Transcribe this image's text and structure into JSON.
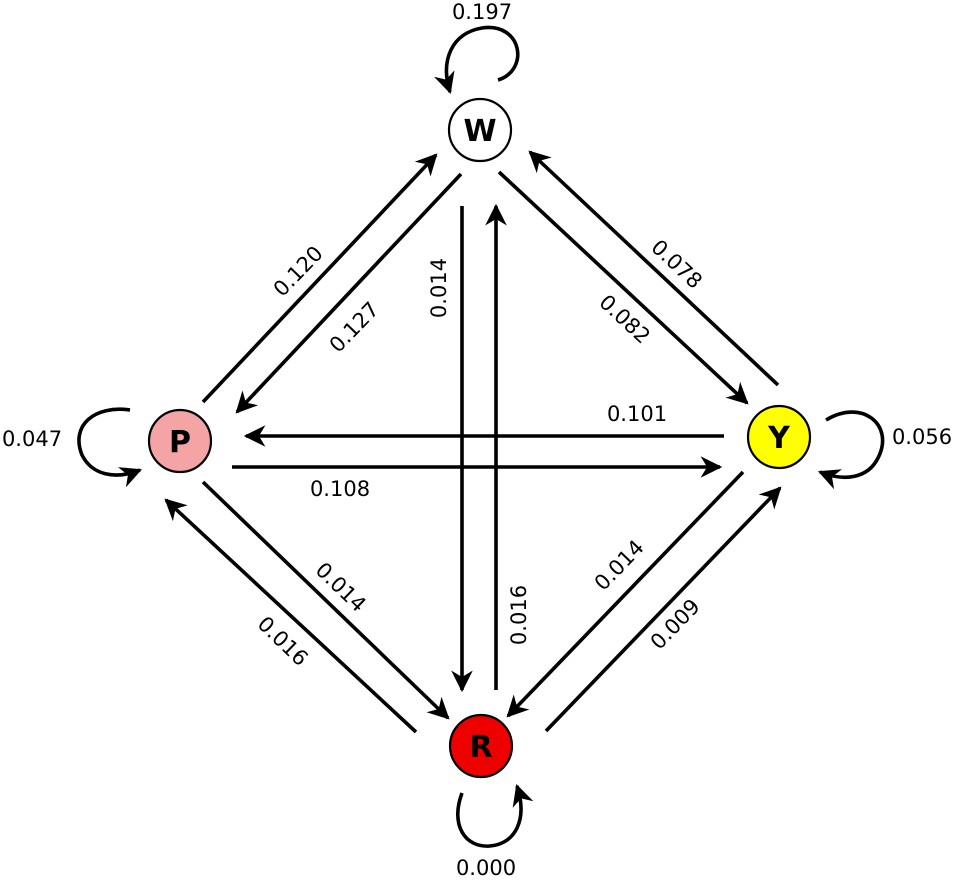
{
  "nodes": {
    "W": {
      "label": "W",
      "color": "#ffffff"
    },
    "P": {
      "label": "P",
      "color": "#f4a4a4"
    },
    "Y": {
      "label": "Y",
      "color": "#ffff00"
    },
    "R": {
      "label": "R",
      "color": "#ee0000"
    }
  },
  "self_loops": {
    "W": "0.197",
    "P": "0.047",
    "Y": "0.056",
    "R": "0.000"
  },
  "transitions": {
    "P_to_W": "0.120",
    "W_to_P": "0.127",
    "W_to_R": "0.014",
    "R_to_W": "0.016",
    "Y_to_W": "0.078",
    "W_to_Y": "0.082",
    "Y_to_P": "0.101",
    "P_to_Y": "0.108",
    "P_to_R": "0.014",
    "R_to_P": "0.016",
    "Y_to_R": "0.014",
    "R_to_Y": "0.009"
  }
}
